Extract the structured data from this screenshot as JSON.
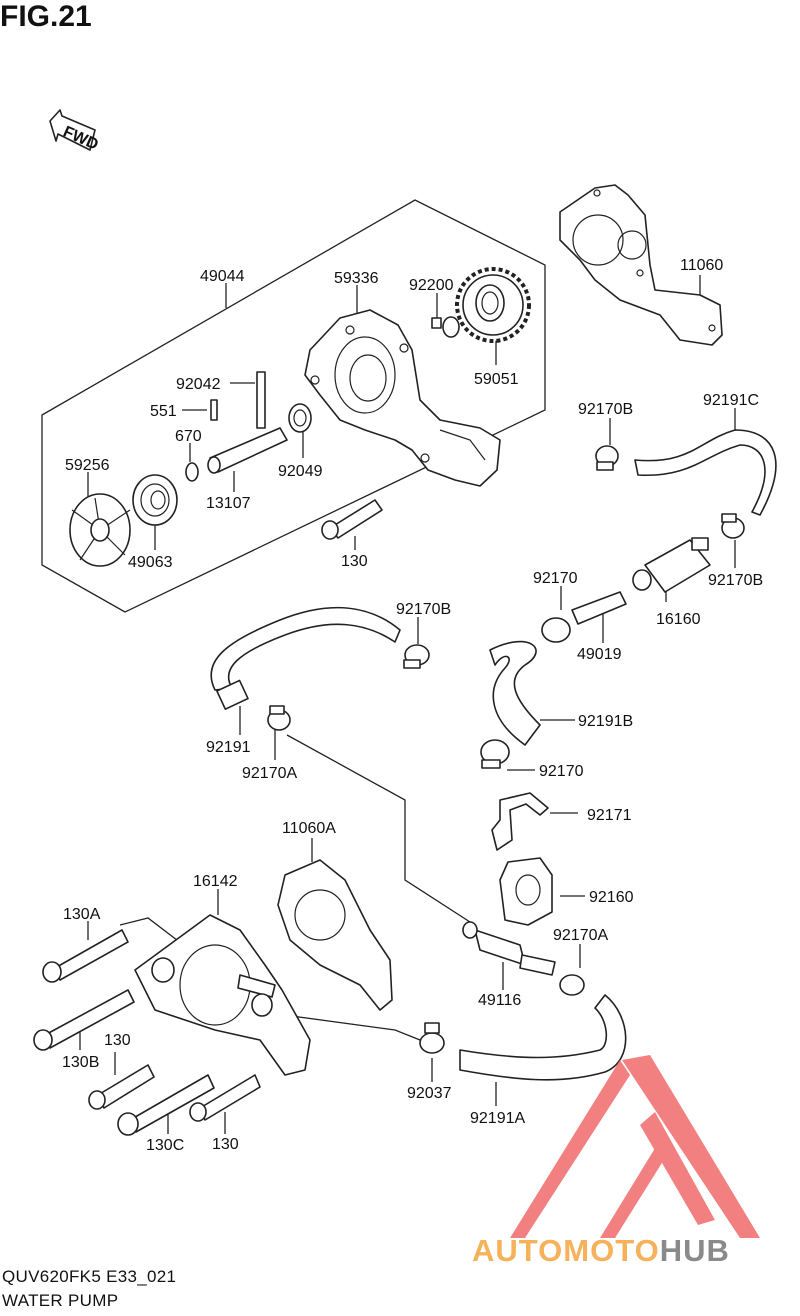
{
  "figure": {
    "title": "FIG.21",
    "model_code": "QUV620FK5 E33_021",
    "caption": "WATER PUMP",
    "fwd_label": "FWD"
  },
  "labels": {
    "p49044": "49044",
    "p59336": "59336",
    "p92200": "92200",
    "p59051": "59051",
    "p11060": "11060",
    "p92042": "92042",
    "p551": "551",
    "p670": "670",
    "p59256": "59256",
    "p92049": "92049",
    "p13107": "13107",
    "p49063": "49063",
    "p130_top": "130",
    "p92170B_a": "92170B",
    "p92191C": "92191C",
    "p92170B_b": "92170B",
    "p92170_a": "92170",
    "p16160": "16160",
    "p49019": "49019",
    "p92170B_c": "92170B",
    "p92191": "92191",
    "p92170A_a": "92170A",
    "p92191B": "92191B",
    "p92170_b": "92170",
    "p92171": "92171",
    "p11060A": "11060A",
    "p16142": "16142",
    "p92160": "92160",
    "p130A": "130A",
    "p92170A_b": "92170A",
    "p49116": "49116",
    "p130B": "130B",
    "p130_b": "130",
    "p92037": "92037",
    "p92191A": "92191A",
    "p130C": "130C",
    "p130_c": "130"
  },
  "brand": {
    "part1": "AUTOMOTO",
    "part2": "HUB",
    "color_orange": "#f6b15b",
    "color_grey": "#8a8a8a",
    "color_red": "#f26b6b"
  }
}
